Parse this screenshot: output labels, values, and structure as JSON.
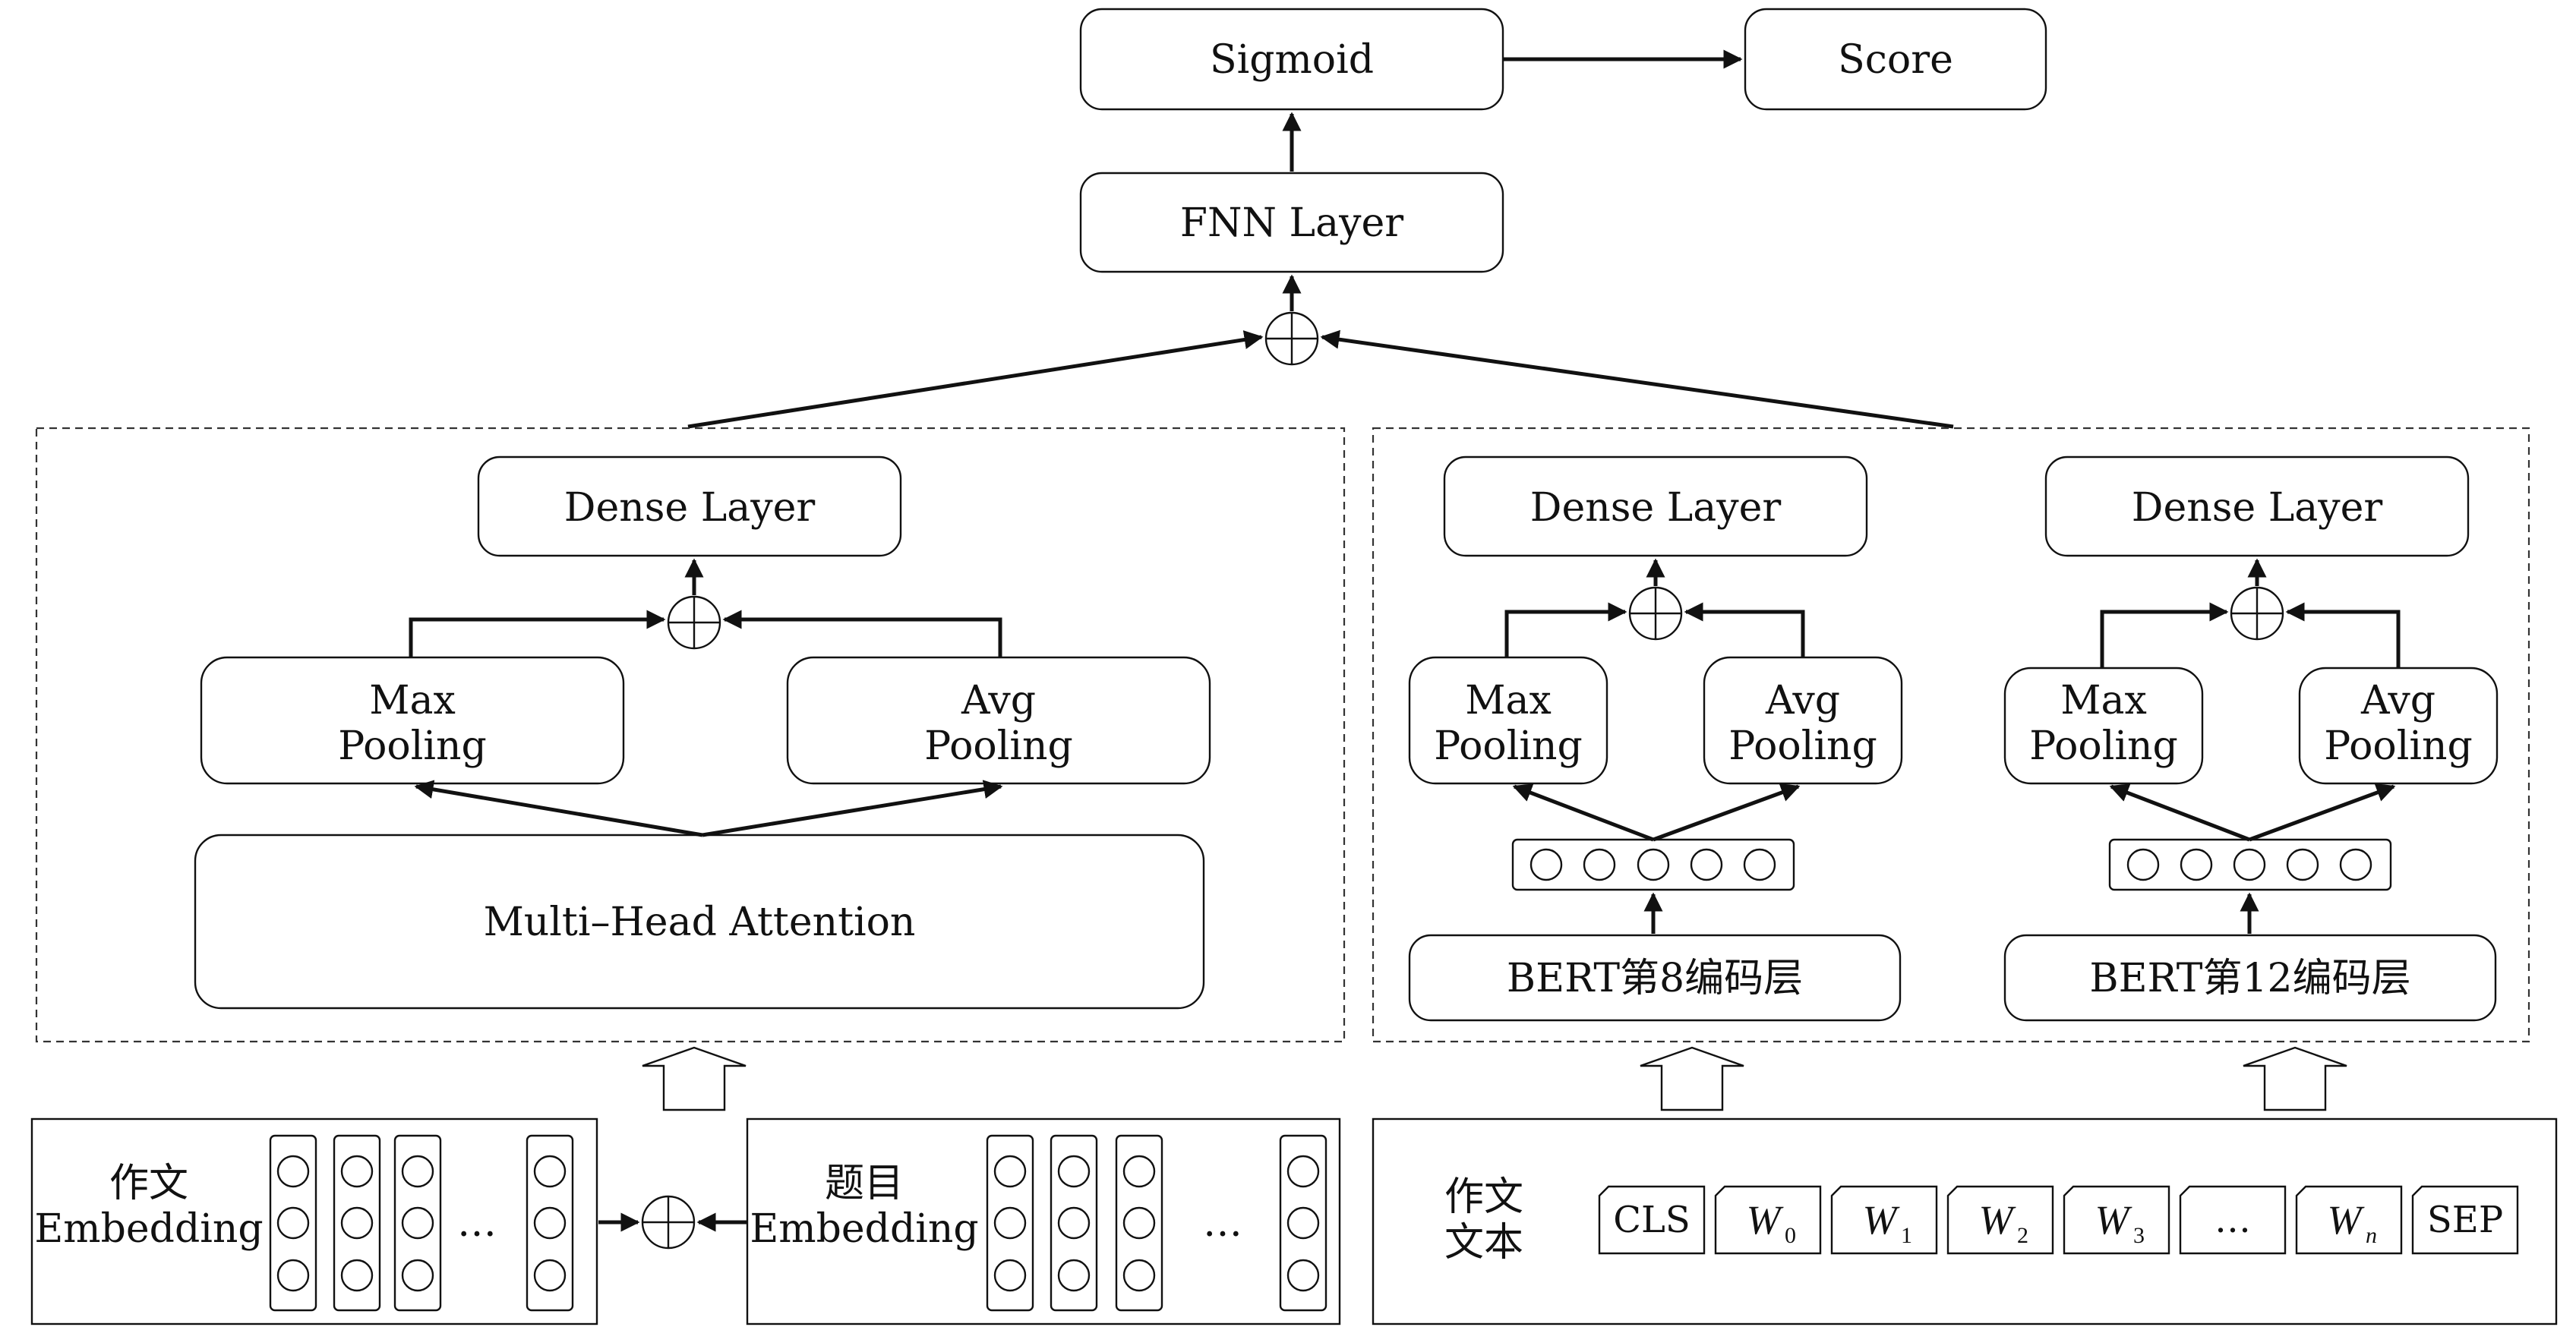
{
  "top": {
    "sigmoid": "Sigmoid",
    "score": "Score",
    "fnn": "FNN Layer"
  },
  "left_panel": {
    "dense": "Dense Layer",
    "max_line1": "Max",
    "max_line2": "Pooling",
    "avg_line1": "Avg",
    "avg_line2": "Pooling",
    "attention": "Multi–Head Attention"
  },
  "bert8": {
    "dense": "Dense Layer",
    "max_line1": "Max",
    "max_line2": "Pooling",
    "avg_line1": "Avg",
    "avg_line2": "Pooling",
    "layer": "BERT第8编码层"
  },
  "bert12": {
    "dense": "Dense Layer",
    "max_line1": "Max",
    "max_line2": "Pooling",
    "avg_line1": "Avg",
    "avg_line2": "Pooling",
    "layer": "BERT第12编码层"
  },
  "essay_embedding": {
    "line1": "作文",
    "line2": "Embedding",
    "ellipsis": "…"
  },
  "topic_embedding": {
    "line1": "题目",
    "line2": "Embedding",
    "ellipsis": "…"
  },
  "essay_text": {
    "line1": "作文",
    "line2": "文本",
    "tokens": [
      {
        "main": "CLS",
        "sub": ""
      },
      {
        "main": "W",
        "sub": "0"
      },
      {
        "main": "W",
        "sub": "1"
      },
      {
        "main": "W",
        "sub": "2"
      },
      {
        "main": "W",
        "sub": "3"
      },
      {
        "main": "…",
        "sub": ""
      },
      {
        "main": "W",
        "sub": "n"
      },
      {
        "main": "SEP",
        "sub": ""
      }
    ]
  }
}
